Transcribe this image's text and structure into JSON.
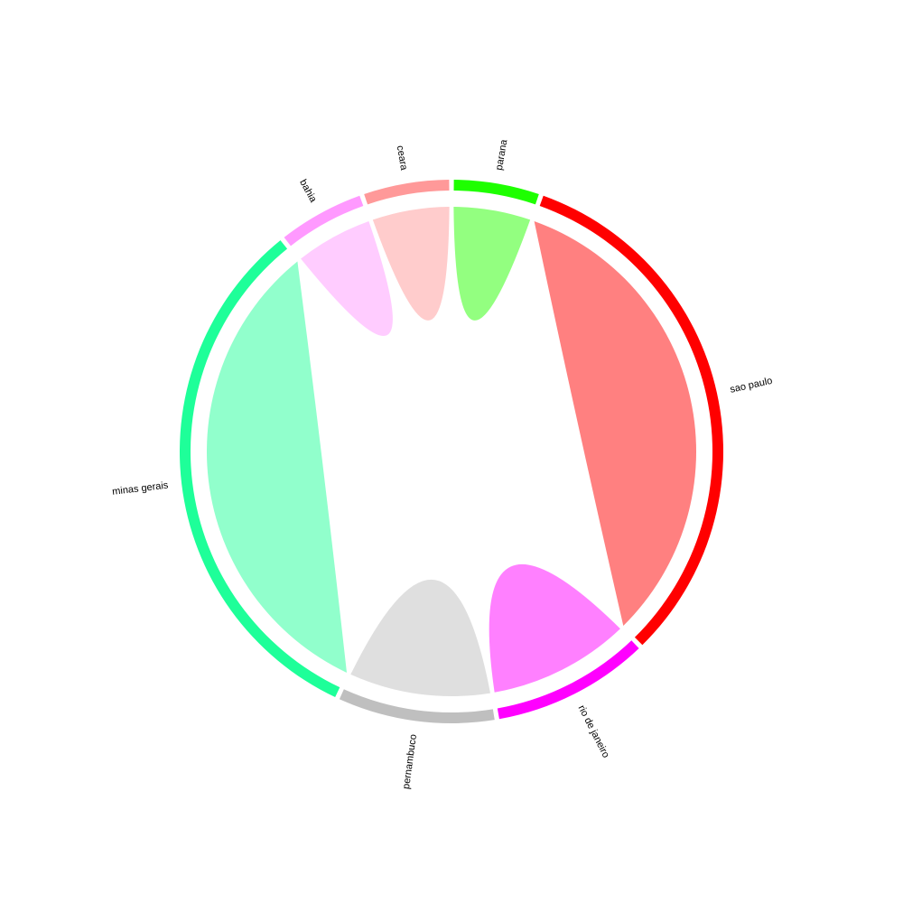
{
  "chart_data": {
    "type": "chord",
    "title": "",
    "sectors": [
      {
        "name": "parana",
        "value": 6,
        "color": "#1eff00",
        "ribbon_color": "#93ff80"
      },
      {
        "name": "sao paulo",
        "value": 38,
        "color": "#ff0000",
        "ribbon_color": "#ff8080"
      },
      {
        "name": "rio de janeiro",
        "value": 11,
        "color": "#ff00ff",
        "ribbon_color": "#ff80ff"
      },
      {
        "name": "pernambuco",
        "value": 11,
        "color": "#bfbfbf",
        "ribbon_color": "#dfdfdf"
      },
      {
        "name": "minas gerais",
        "value": 38,
        "color": "#1eff99",
        "ribbon_color": "#91ffcc"
      },
      {
        "name": "bahia",
        "value": 6,
        "color": "#ff99ff",
        "ribbon_color": "#ffccff"
      },
      {
        "name": "ceara",
        "value": 6,
        "color": "#ff9999",
        "ribbon_color": "#ffcccc"
      }
    ],
    "links": [
      {
        "source": "parana",
        "target": "parana",
        "value": 6
      },
      {
        "source": "sao paulo",
        "target": "sao paulo",
        "value": 38
      },
      {
        "source": "rio de janeiro",
        "target": "rio de janeiro",
        "value": 11
      },
      {
        "source": "pernambuco",
        "target": "pernambuco",
        "value": 11
      },
      {
        "source": "minas gerais",
        "target": "minas gerais",
        "value": 38
      },
      {
        "source": "bahia",
        "target": "bahia",
        "value": 6
      },
      {
        "source": "ceara",
        "target": "ceara",
        "value": 6
      }
    ]
  }
}
